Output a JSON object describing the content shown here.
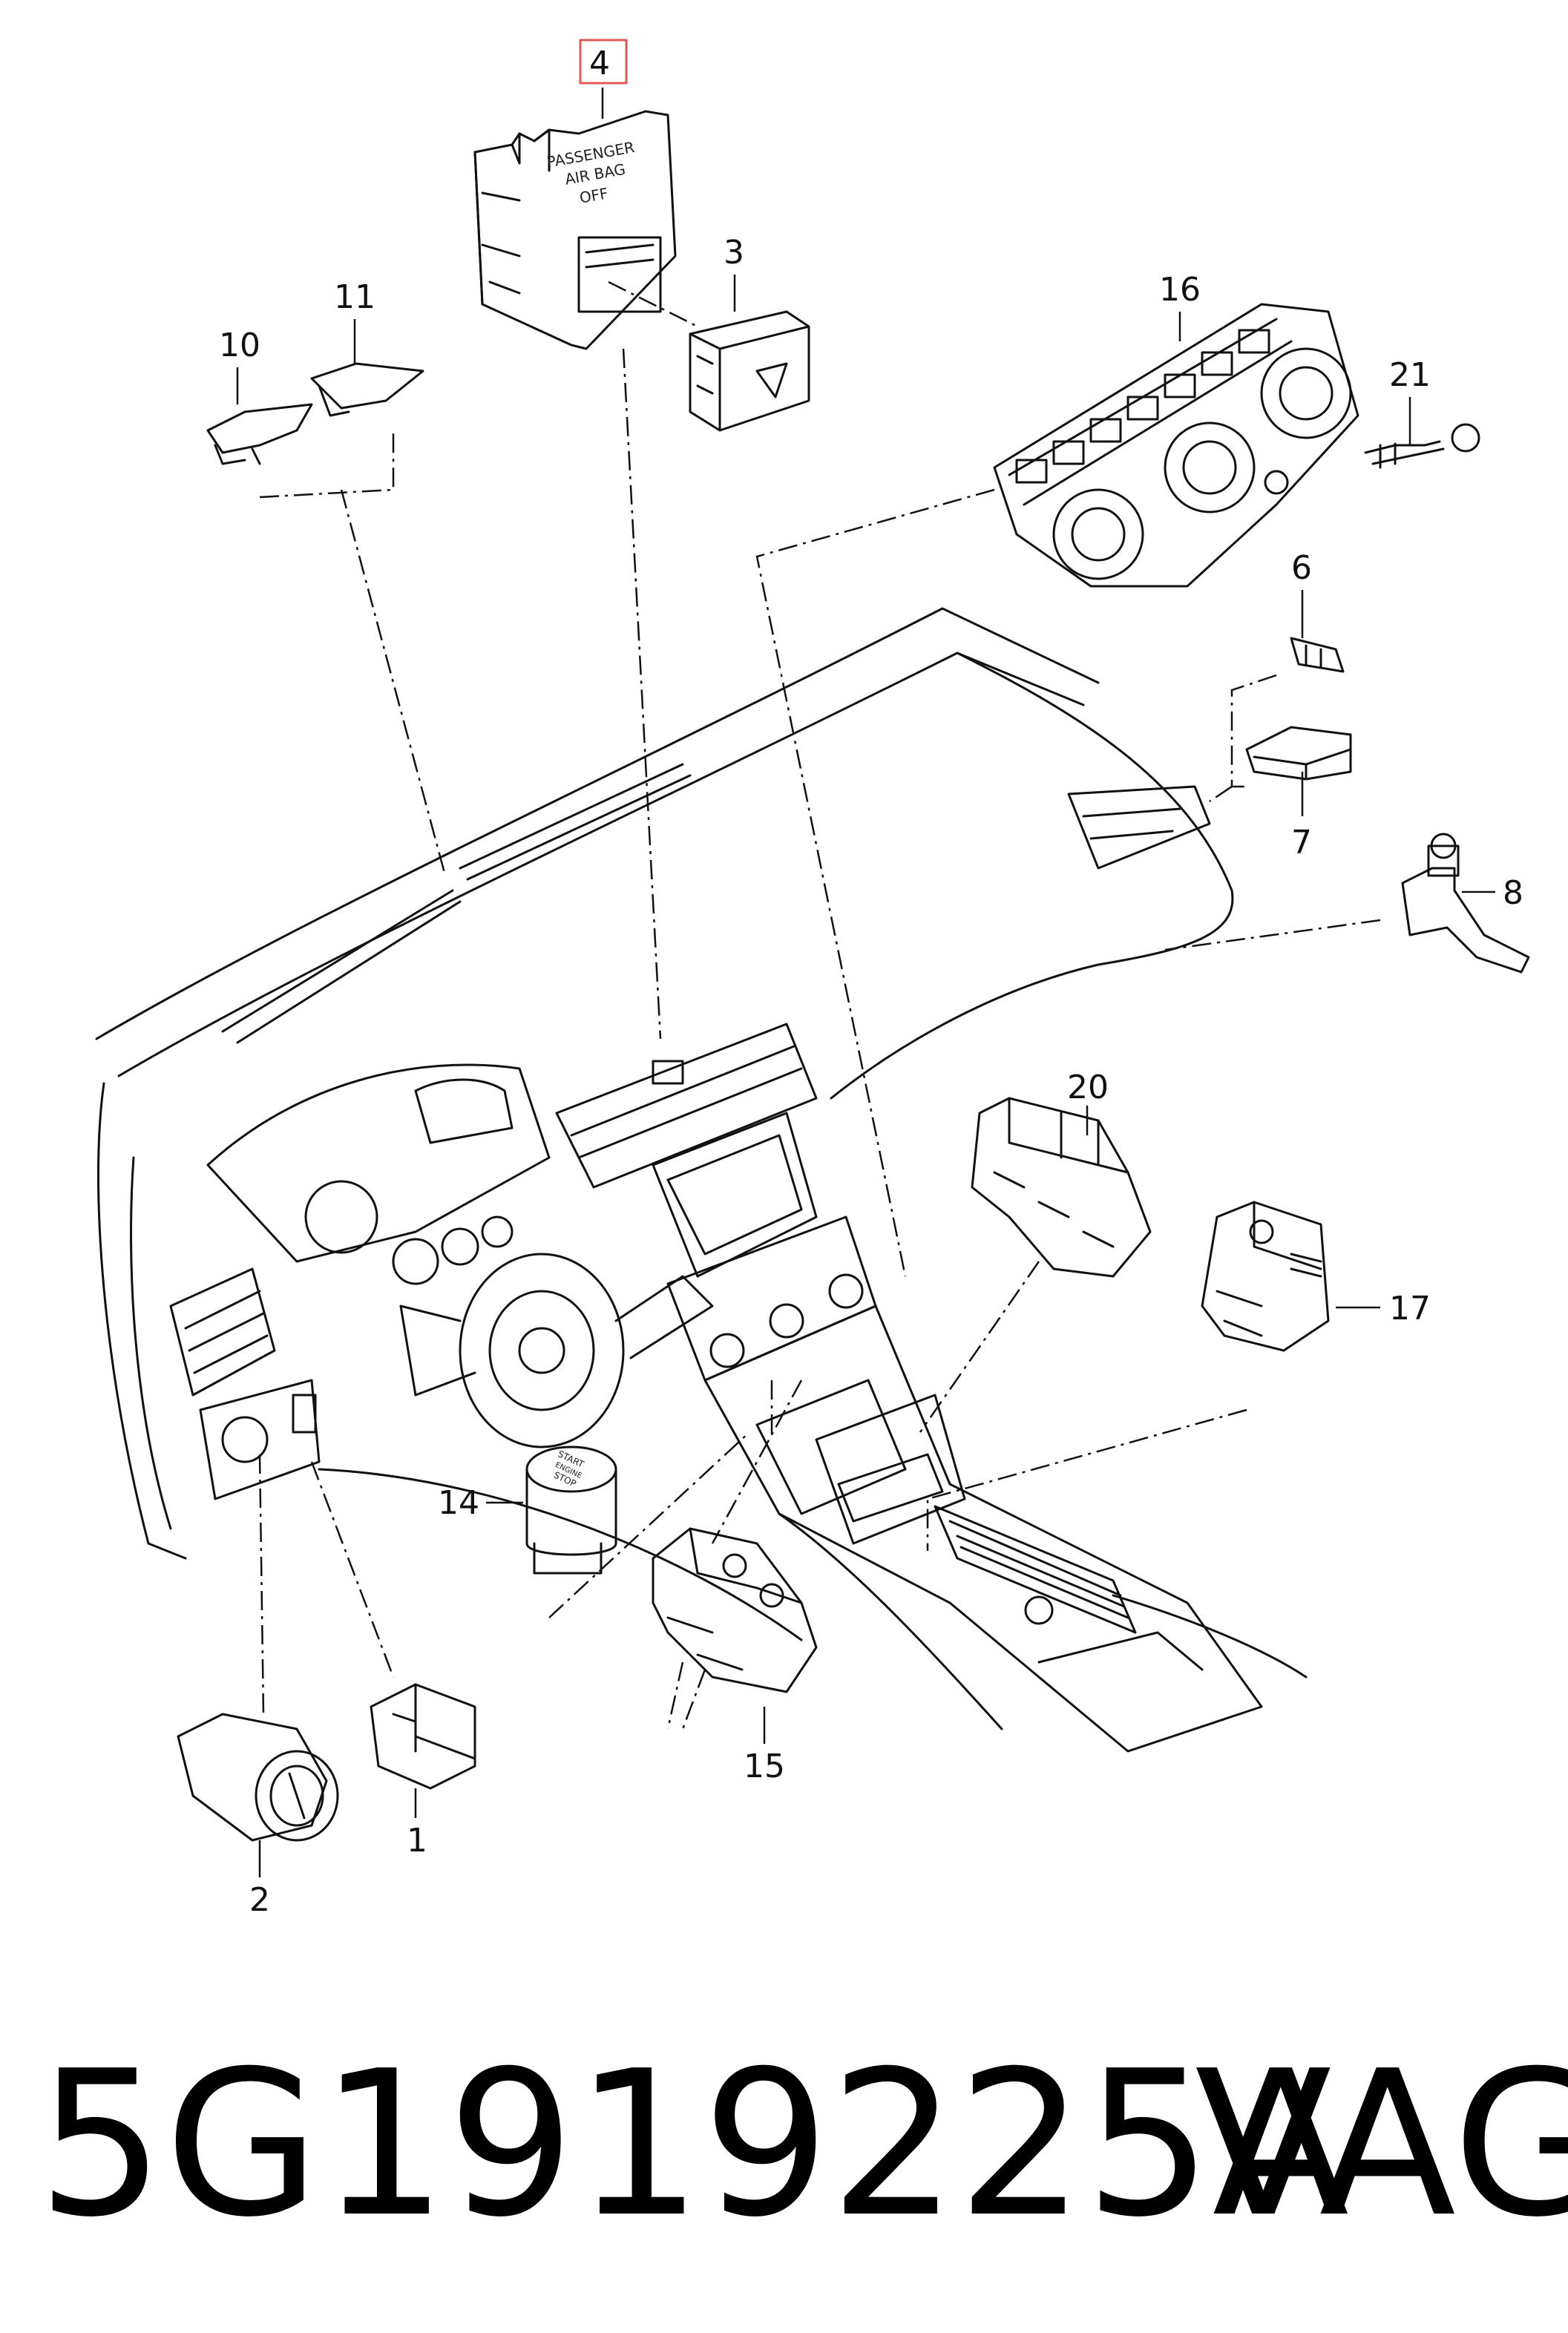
{
  "diagram": {
    "callouts": [
      {
        "id": "1",
        "label": "1"
      },
      {
        "id": "2",
        "label": "2"
      },
      {
        "id": "3",
        "label": "3"
      },
      {
        "id": "4",
        "label": "4",
        "highlighted": true
      },
      {
        "id": "6",
        "label": "6"
      },
      {
        "id": "7",
        "label": "7"
      },
      {
        "id": "8",
        "label": "8"
      },
      {
        "id": "10",
        "label": "10"
      },
      {
        "id": "11",
        "label": "11"
      },
      {
        "id": "14",
        "label": "14"
      },
      {
        "id": "15",
        "label": "15"
      },
      {
        "id": "16",
        "label": "16"
      },
      {
        "id": "17",
        "label": "17"
      },
      {
        "id": "20",
        "label": "20"
      },
      {
        "id": "21",
        "label": "21"
      }
    ],
    "part4_text": [
      "PASSENGER",
      "AIR BAG",
      "OFF"
    ],
    "start_stop_text": [
      "START",
      "ENGINE",
      "STOP"
    ],
    "highlight_color": "#e05a5a"
  },
  "footer": {
    "part_number": "5G1919225A",
    "brand": "VAG"
  }
}
